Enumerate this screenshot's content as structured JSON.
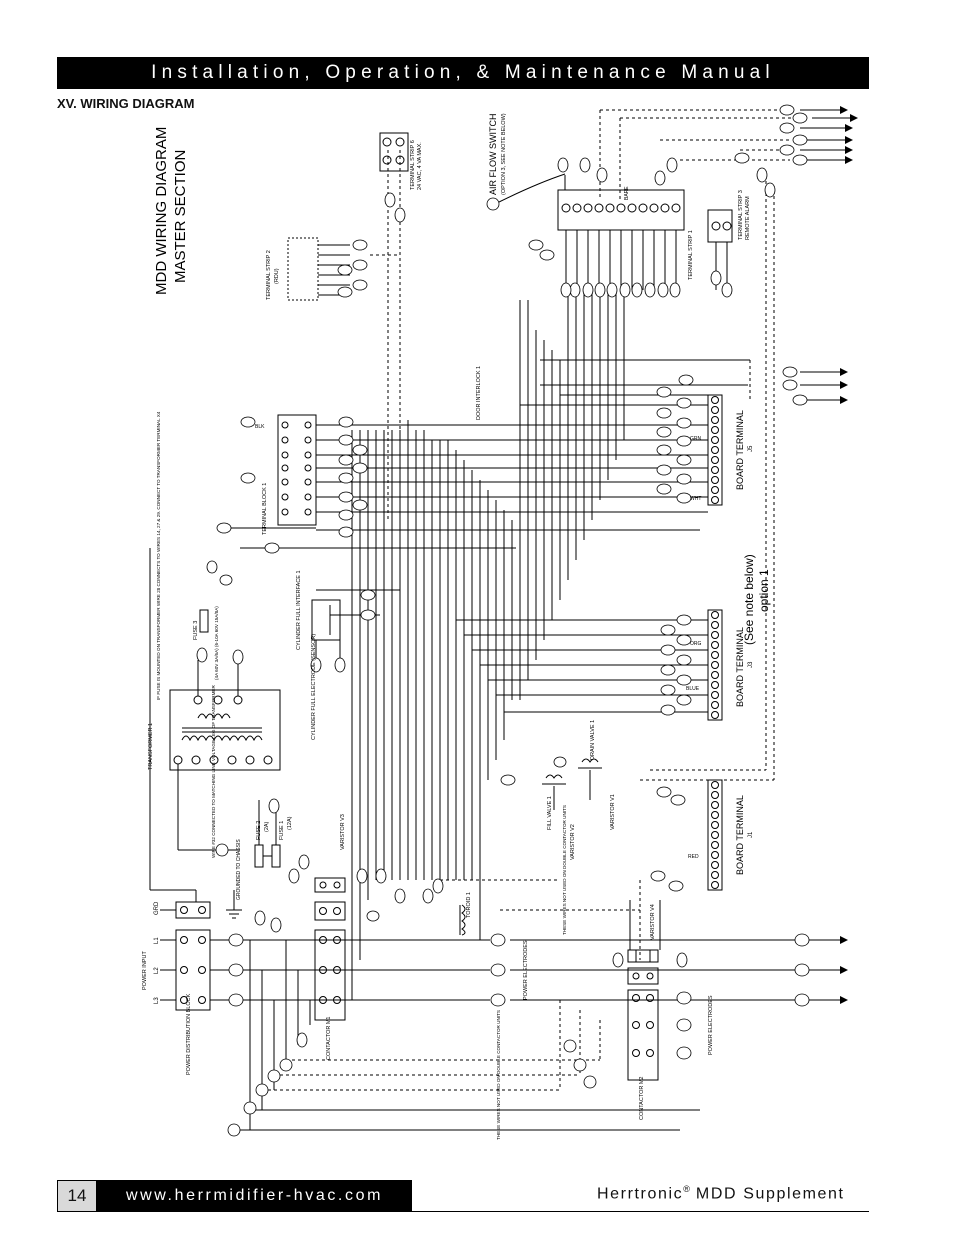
{
  "header": {
    "title": "Installation, Operation, & Maintenance Manual"
  },
  "section": {
    "heading": "XV. WIRING DIAGRAM"
  },
  "diagram": {
    "title_line1": "MDD WIRING DIAGRAM",
    "title_line2": "MASTER SECTION",
    "airflow_switch": "AIR FLOW SWITCH",
    "airflow_note": "(OPTION 3, SEE NOTE BELOW)",
    "see_note": "(See note below)",
    "option": "option 1",
    "board_terminal_j5": "BOARD TERMINAL",
    "j5": "J5",
    "board_terminal_j3": "BOARD TERMINAL",
    "j3": "J3",
    "board_terminal_j1": "BOARD TERMINAL",
    "j1": "J1",
    "terminal_strip_1": "TERMINAL STRIP 1",
    "terminal_strip_2": "TERMINAL STRIP 2",
    "terminal_strip_2_sub": "(RDU)",
    "terminal_strip_3": "TERMINAL STRIP 3",
    "terminal_strip_3_sub": "REMOTE ALARM",
    "terminal_strip_6": "TERMINAL STRIP 6",
    "terminal_strip_6_sub": "24 VAC, 4 VA MAX.",
    "terminal_block_1": "TERMINAL BLOCK 1",
    "transformer_1": "TRANSFORMER 1",
    "transformer_note": "IF FUSE IS MOUNTED ON TRANSFORMER WIRE 28 CONNECTS TO WIRES 14, 27 & 29. CONNECT TO TRANSFORMER TERMINAL X4",
    "fuse_3": "FUSE 3",
    "fuse_3_rating": "(4A 60V 3A/6A) (6-10A 60V 15A/8A)",
    "fuse_1": "FUSE 1",
    "fuse_1_rating": "(12A)",
    "fuse_2": "FUSE 2",
    "fuse_2_rating": "(2A)",
    "wire_note": "WIRE #32 CONNECTED TO MATCHING LINE VOLTAGE LEG OF TRANSFORMER",
    "cylinder_full_interface": "CYLINDER FULL INTERFACE 1",
    "cylinder_full_electrode": "CYLINDER FULL ELECTRODE (SENSOR)",
    "door_interlock": "DOOR INTERLOCK 1",
    "drain_valve": "DRAIN VALVE 1",
    "fill_valve": "FILL VALVE 1",
    "varistor_v1": "VARISTOR V1",
    "varistor_v2": "VARISTOR V2",
    "varistor_v3": "VARISTOR V3",
    "varistor_v4": "VARISTOR V4",
    "toroid": "TOROID 1",
    "grounded_chassis": "GROUNDED TO CHASSIS",
    "power_input": "POWER INPUT",
    "power_distribution_block": "POWER DISTRIBUTION BLOCK",
    "contactor_m1": "CONTACTOR M1",
    "contactor_m2": "CONTACTOR M2",
    "power_electrodes": "POWER ELECTRODES",
    "wires_not_used_1": "THESE WIRES NOT USED ON DOUBLE CONTACTOR UNITS",
    "wires_not_used_2": "THESE WIRES NOT USED ON DOUBLE CONTACTOR UNITS",
    "l_labels": [
      "L1",
      "L2",
      "L3"
    ],
    "grd": "GRD",
    "colors": [
      "BLK",
      "RED",
      "WHT",
      "ORG",
      "BLUE",
      "GRN",
      "BARE"
    ]
  },
  "footer": {
    "page_number": "14",
    "url": "www.herrmidifier-hvac.com",
    "product_prefix": "Herrtronic",
    "registered": "®",
    "product_suffix": " MDD Supplement"
  }
}
